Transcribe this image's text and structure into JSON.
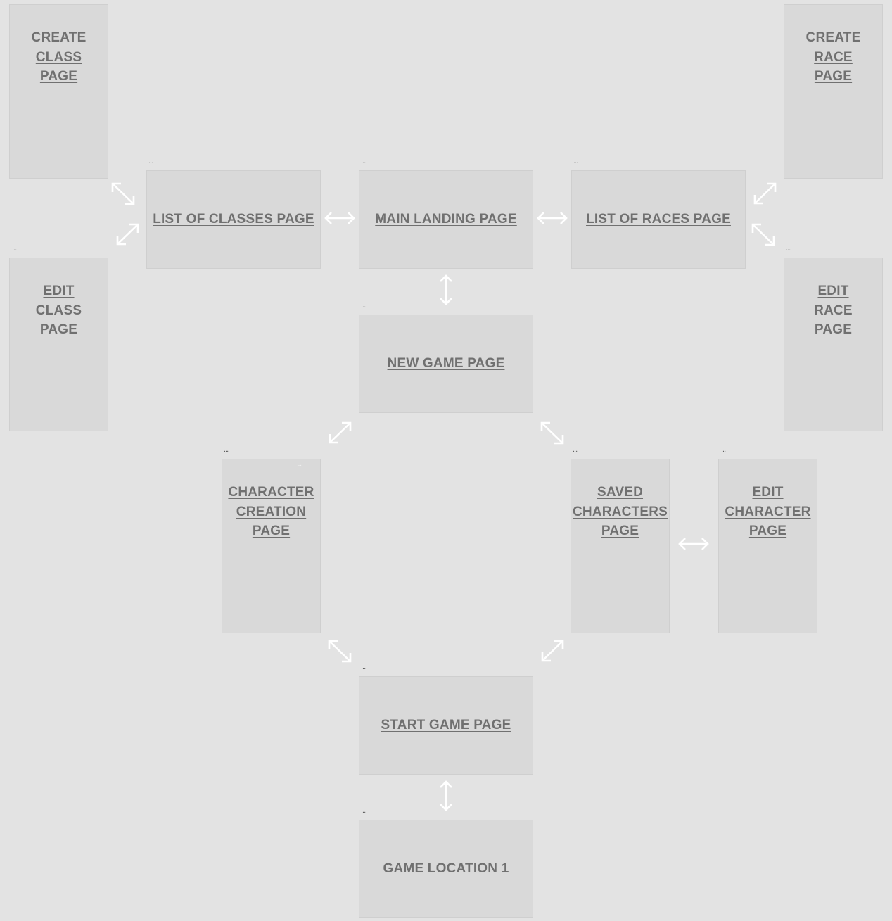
{
  "colors": {
    "background": "#e3e3e3",
    "node_fill": "#d9d9d9",
    "node_text": "#707070",
    "arrow": "#ffffff"
  },
  "overflow_marker": "...",
  "nodes": {
    "create_class": "CREATE\nCLASS \nPAGE",
    "edit_class": "EDIT\nCLASS \nPAGE",
    "list_classes": "LIST OF CLASSES PAGE",
    "main_landing": "MAIN LANDING PAGE",
    "list_races": "LIST OF RACES PAGE",
    "create_race": "CREATE\nRACE \nPAGE",
    "edit_race": "EDIT\nRACE \nPAGE",
    "new_game": "NEW GAME PAGE",
    "character_creation": "CHARACTER\nCREATION \nPAGE",
    "saved_characters": "SAVED\nCHARACTERS \nPAGE",
    "edit_character": "EDIT\nCHARACTER \nPAGE",
    "start_game": "START GAME PAGE",
    "game_location": "GAME LOCATION 1"
  },
  "connections": [
    [
      "list_classes",
      "create_class"
    ],
    [
      "list_classes",
      "edit_class"
    ],
    [
      "list_classes",
      "main_landing"
    ],
    [
      "main_landing",
      "list_races"
    ],
    [
      "list_races",
      "create_race"
    ],
    [
      "list_races",
      "edit_race"
    ],
    [
      "main_landing",
      "new_game"
    ],
    [
      "new_game",
      "character_creation"
    ],
    [
      "new_game",
      "saved_characters"
    ],
    [
      "saved_characters",
      "edit_character"
    ],
    [
      "character_creation",
      "start_game"
    ],
    [
      "saved_characters",
      "start_game"
    ],
    [
      "start_game",
      "game_location"
    ]
  ]
}
